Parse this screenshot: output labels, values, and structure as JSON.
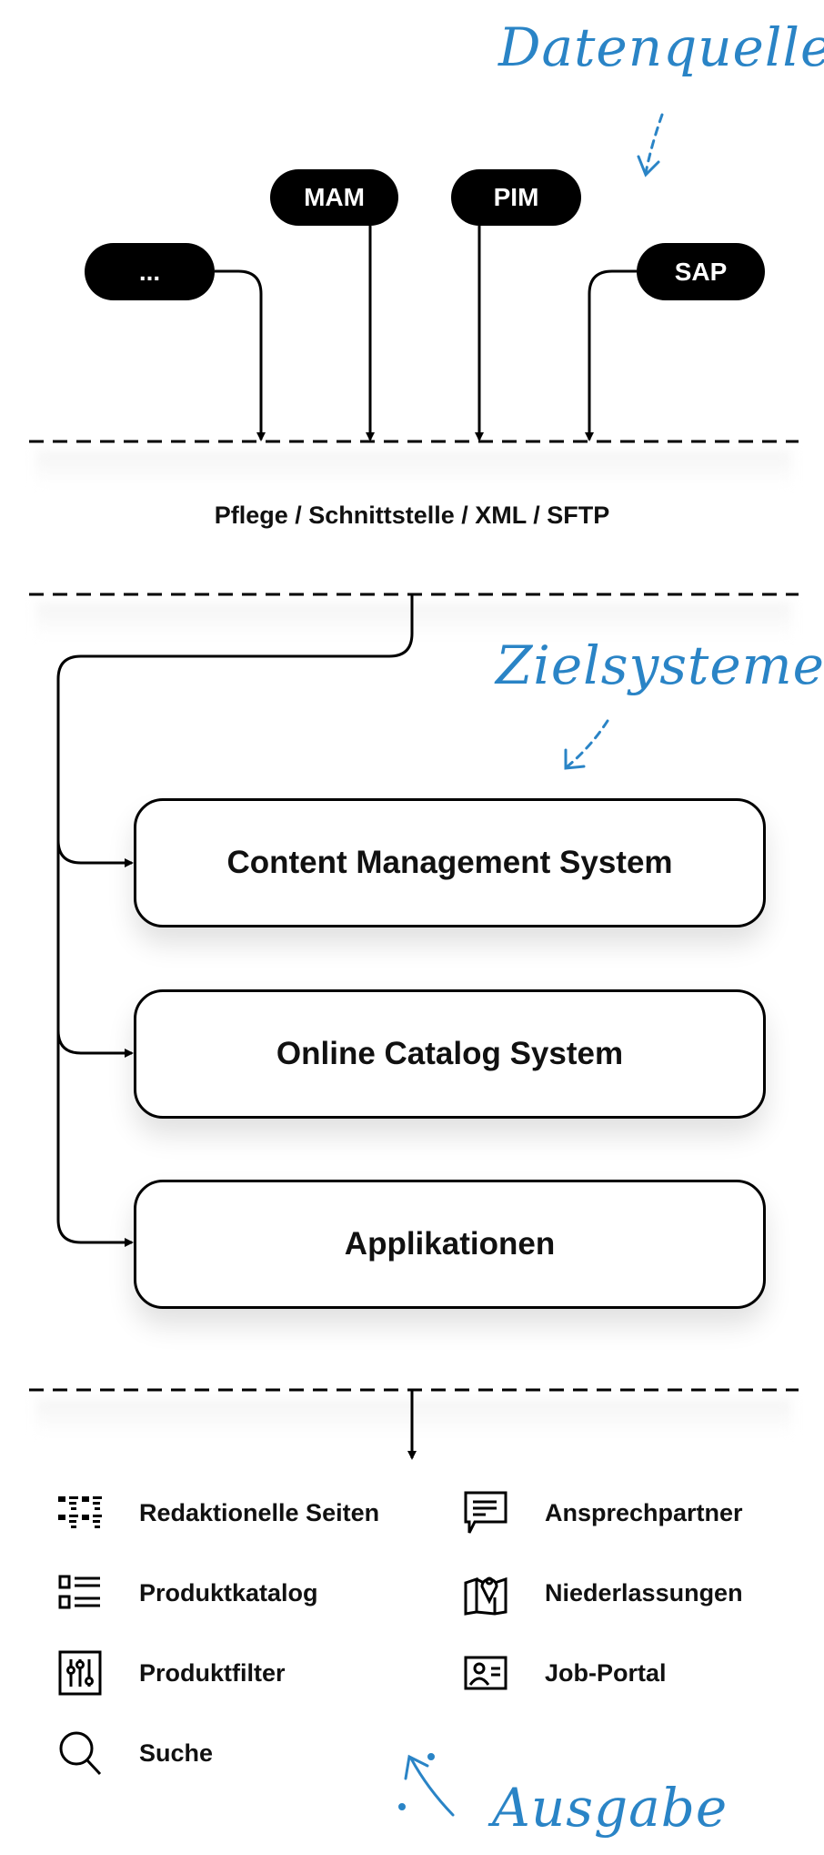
{
  "annotations": {
    "sources": "Datenquelle",
    "targets": "Zielsysteme",
    "output": "Ausgabe"
  },
  "sources": [
    {
      "label": "..."
    },
    {
      "label": "MAM"
    },
    {
      "label": "PIM"
    },
    {
      "label": "SAP"
    }
  ],
  "interface_label": "Pflege / Schnittstelle / XML / SFTP",
  "target_systems": [
    {
      "label": "Content Management System"
    },
    {
      "label": "Online Catalog System"
    },
    {
      "label": "Applikationen"
    }
  ],
  "outputs": [
    {
      "label": "Redaktionelle Seiten",
      "icon": "layout-grid-icon"
    },
    {
      "label": "Ansprechpartner",
      "icon": "chat-bubble-icon"
    },
    {
      "label": "Produktkatalog",
      "icon": "list-icon"
    },
    {
      "label": "Niederlassungen",
      "icon": "map-pin-icon"
    },
    {
      "label": "Produktfilter",
      "icon": "sliders-icon"
    },
    {
      "label": "Job-Portal",
      "icon": "id-card-icon"
    },
    {
      "label": "Suche",
      "icon": "search-icon"
    }
  ],
  "colors": {
    "accent": "#2a84c6",
    "ink": "#000000"
  }
}
